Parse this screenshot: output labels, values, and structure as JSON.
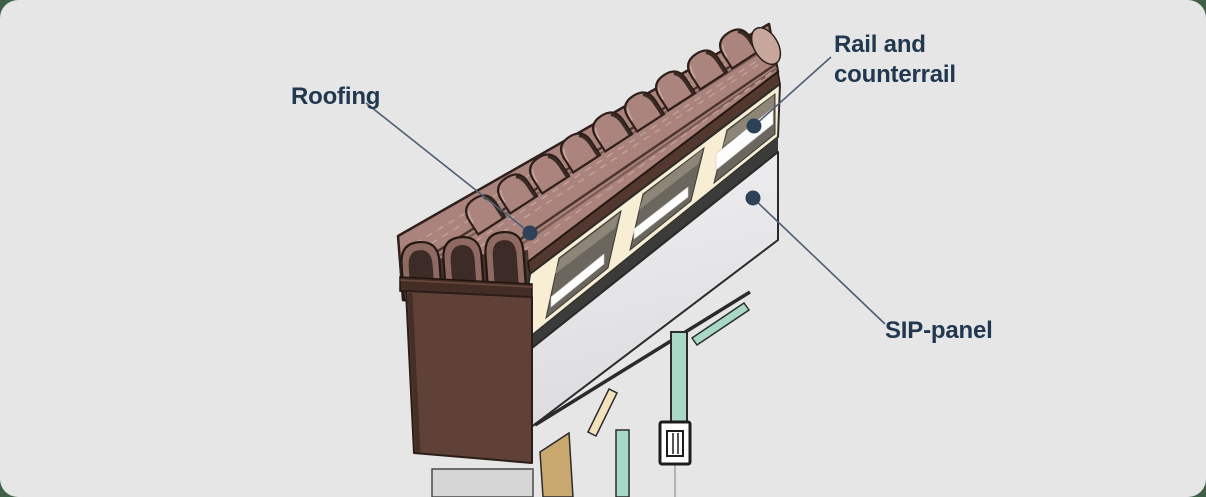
{
  "page": {
    "outer_background": "#3e6049",
    "canvas_background": "#e6e6e6"
  },
  "diagram": {
    "subject": "SIP panel roof construction with tiled roofing",
    "labels": {
      "roofing": {
        "text": "Roofing"
      },
      "rail_counterrail": {
        "line1": "Rail and",
        "line2": "counterrail"
      },
      "sip_panel": {
        "text": "SIP-panel"
      }
    },
    "colors": {
      "label_text": "#223850",
      "leader_line": "#4d5d73",
      "callout_dot": "#2d4257",
      "roof_tile": "#a9837c",
      "tile_outline": "#30201b",
      "batten_cream": "#f8eed3",
      "counterrail_white": "#fdfdfd",
      "sip_panel_gray": "#e9e9eb",
      "fascia_brown": "#5f4138",
      "post_teal": "#a9d8c6",
      "panel_tan": "#c8a86e"
    }
  }
}
